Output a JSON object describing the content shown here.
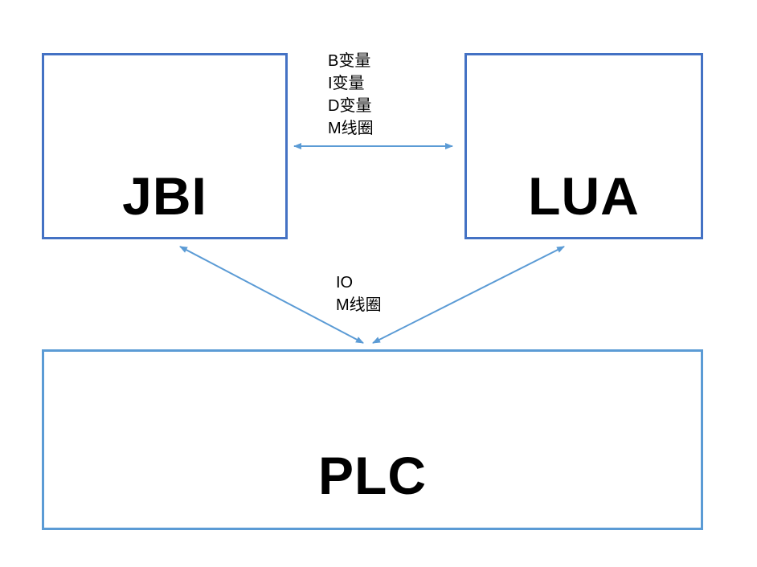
{
  "diagram": {
    "nodes": {
      "jbi": {
        "label": "JBI"
      },
      "lua": {
        "label": "LUA"
      },
      "plc": {
        "label": "PLC"
      }
    },
    "edges": {
      "jbi_lua": {
        "labels": [
          "B变量",
          "I变量",
          "D变量",
          "M线圈"
        ]
      },
      "nodes_plc": {
        "labels": [
          "IO",
          "M线圈"
        ]
      }
    }
  },
  "colors": {
    "node_border": "#4472C4",
    "plc_border": "#5B9BD5",
    "arrow": "#5B9BD5",
    "label_text": "#000000"
  }
}
